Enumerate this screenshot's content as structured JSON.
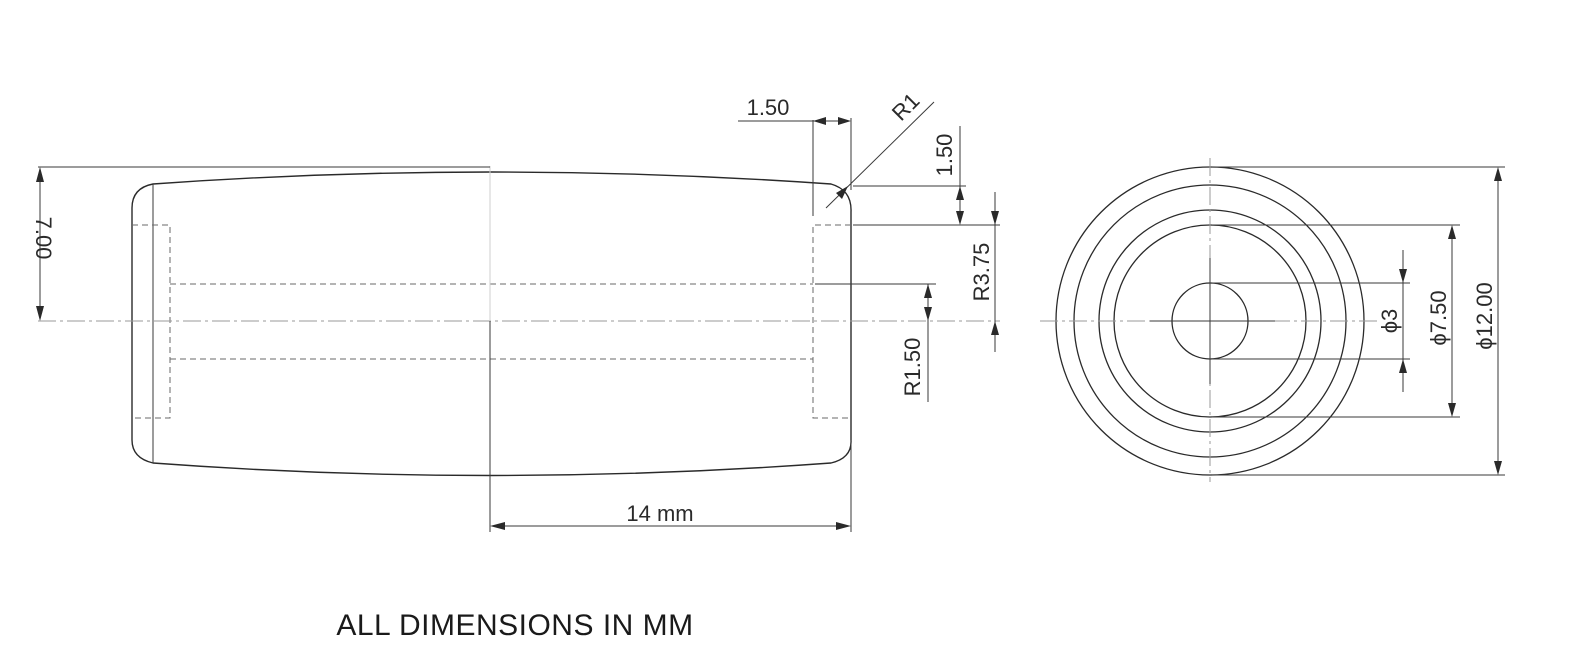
{
  "drawing": {
    "note": "ALL DIMENSIONS IN MM",
    "side_view": {
      "dim_overall_half_length": "14 mm",
      "dim_half_diameter": "7.00",
      "dim_chamfer_width": "1.50",
      "dim_chamfer_depth": "1.50",
      "dim_edge_radius": "R1",
      "dim_counterbore_radius": "R3.75",
      "dim_bore_radius": "R1.50"
    },
    "end_view": {
      "dim_bore_diameter": "3",
      "dim_counterbore_diameter": "7.50",
      "dim_outer_diameter": "12.00",
      "diameter_symbol": "ϕ"
    }
  }
}
